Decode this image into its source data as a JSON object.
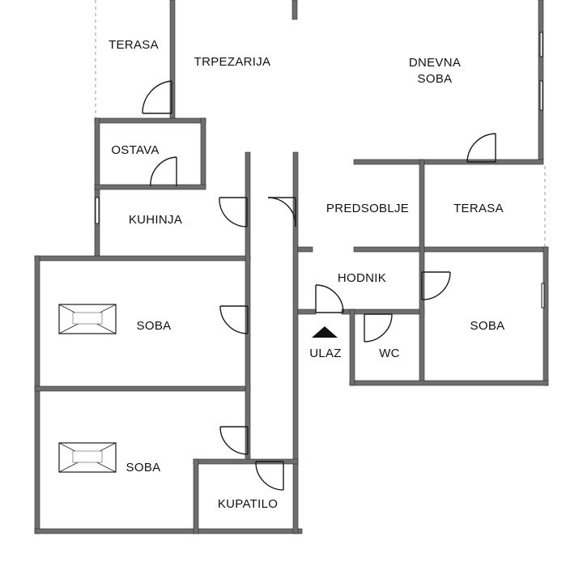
{
  "colors": {
    "wall": "#6e6e6e",
    "wall_edge": "#2a2a2a",
    "door": "#1a1a1a",
    "dashed": "#9a9a9a",
    "background": "#ffffff",
    "label": "#111111"
  },
  "rooms": {
    "terasa_top": "TERASA",
    "trpezarija": "TRPEZARIJA",
    "dnevna_soba_line1": "DNEVNA",
    "dnevna_soba_line2": "SOBA",
    "ostava": "OSTAVA",
    "kuhinja": "KUHINJA",
    "predsoblje": "PREDSOBLJE",
    "terasa_right": "TERASA",
    "hodnik": "HODNIK",
    "soba_right": "SOBA",
    "soba_left_upper": "SOBA",
    "soba_left_lower": "SOBA",
    "wc": "WC",
    "kupatilo": "KUPATILO",
    "ulaz": "ULAZ"
  },
  "icons": {
    "entrance": "entrance-arrow-icon",
    "window": "skylight-window-icon"
  }
}
